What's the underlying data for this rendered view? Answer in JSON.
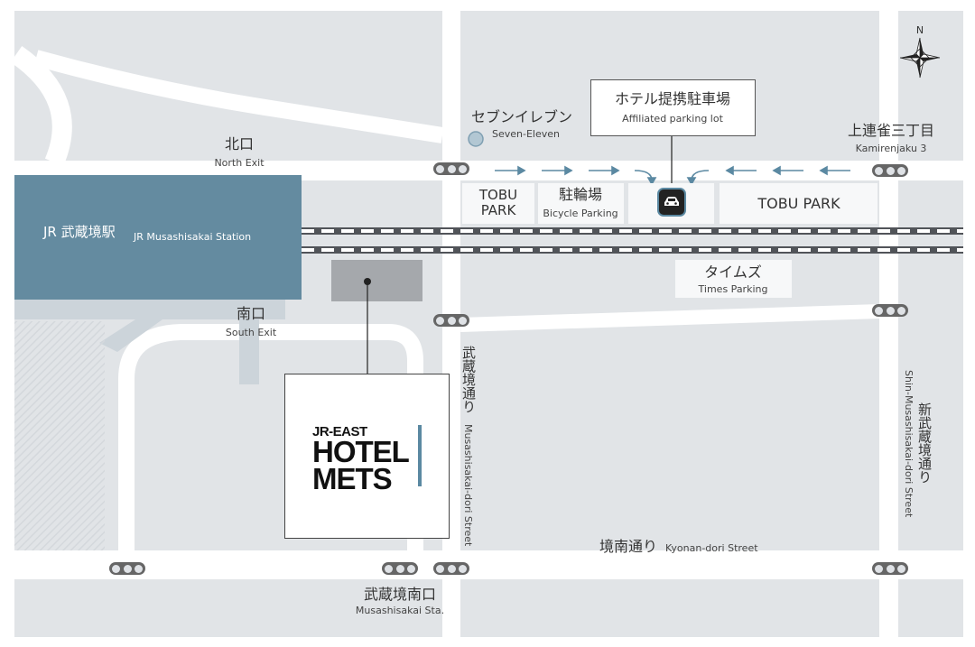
{
  "colors": {
    "block": "#e1e4e7",
    "road": "#ffffff",
    "station": "#648ba0",
    "railway": "#515459",
    "accent": "#5b89a2",
    "signal": "#666666"
  },
  "compass": {
    "north": "N"
  },
  "station": {
    "jp": "JR 武蔵境駅",
    "en": "JR Musashisakai Station"
  },
  "exits": {
    "north": {
      "jp": "北口",
      "en": "North Exit"
    },
    "south": {
      "jp": "南口",
      "en": "South Exit"
    }
  },
  "seven_eleven": {
    "jp": "セブンイレブン",
    "en": "Seven-Eleven"
  },
  "affiliated_parking": {
    "jp": "ホテル提携駐車場",
    "en": "Affiliated parking lot"
  },
  "kamirenjaku": {
    "jp": "上連雀三丁目",
    "en": "Kamirenjaku 3"
  },
  "tobu_park_small": {
    "line1": "TOBU",
    "line2": "PARK"
  },
  "bicycle_parking": {
    "jp": "駐輪場",
    "en": "Bicycle Parking"
  },
  "tobu_park_large": {
    "label": "TOBU PARK"
  },
  "times": {
    "jp": "タイムズ",
    "en": "Times Parking"
  },
  "musashisakai_dori": {
    "jp": "武蔵境通り",
    "en": "Musashisakai-dori Street"
  },
  "shin_musashisakai_dori": {
    "jp": "新武蔵境通り",
    "en": "Shin-Musashisakai-dori Street"
  },
  "kyonan_dori": {
    "jp": "境南通り",
    "en": "Kyonan-dori Street"
  },
  "musashisakai_minamiguchi": {
    "jp": "武蔵境南口",
    "en": "Musashisakai Sta."
  },
  "hotel": {
    "line1": "JR-EAST",
    "line2": "HOTEL",
    "line3": "METS"
  },
  "icons": [
    "compass-icon",
    "traffic-signal-icon",
    "car-icon",
    "arrow-right-icon",
    "arrow-left-icon",
    "store-marker-icon"
  ]
}
